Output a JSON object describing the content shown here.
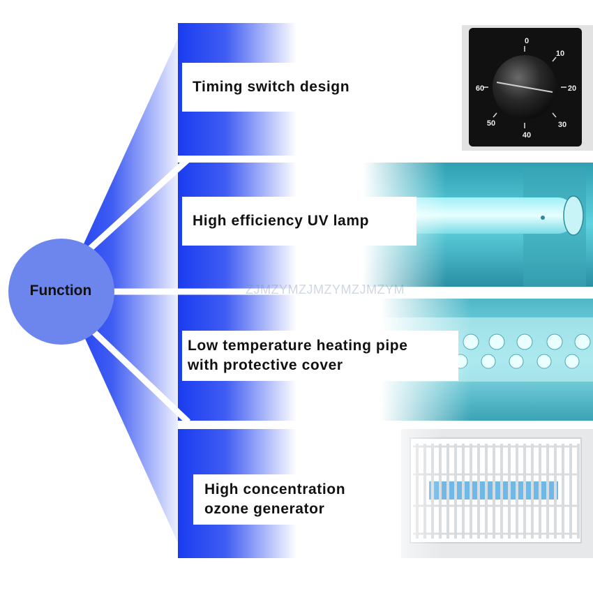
{
  "center_label": "Function",
  "watermark": "ZJMZYMZJMZYMZJMZYM",
  "features": [
    {
      "label": "Timing switch design",
      "icon": "timer-dial-photo"
    },
    {
      "label": "High efficiency UV lamp",
      "icon": "uv-lamp-photo"
    },
    {
      "label": "Low temperature heating pipe\nwith protective cover",
      "icon": "heating-pipe-photo"
    },
    {
      "label": "High concentration\nozone generator",
      "icon": "ozone-generator-photo"
    }
  ],
  "dial": {
    "marks": [
      "0",
      "10",
      "20",
      "30",
      "40",
      "50",
      "60"
    ]
  },
  "colors": {
    "accent_blue": "#1a3cf0",
    "circle": "#6d86ee",
    "lamp_cyan": "#57c8d6"
  }
}
